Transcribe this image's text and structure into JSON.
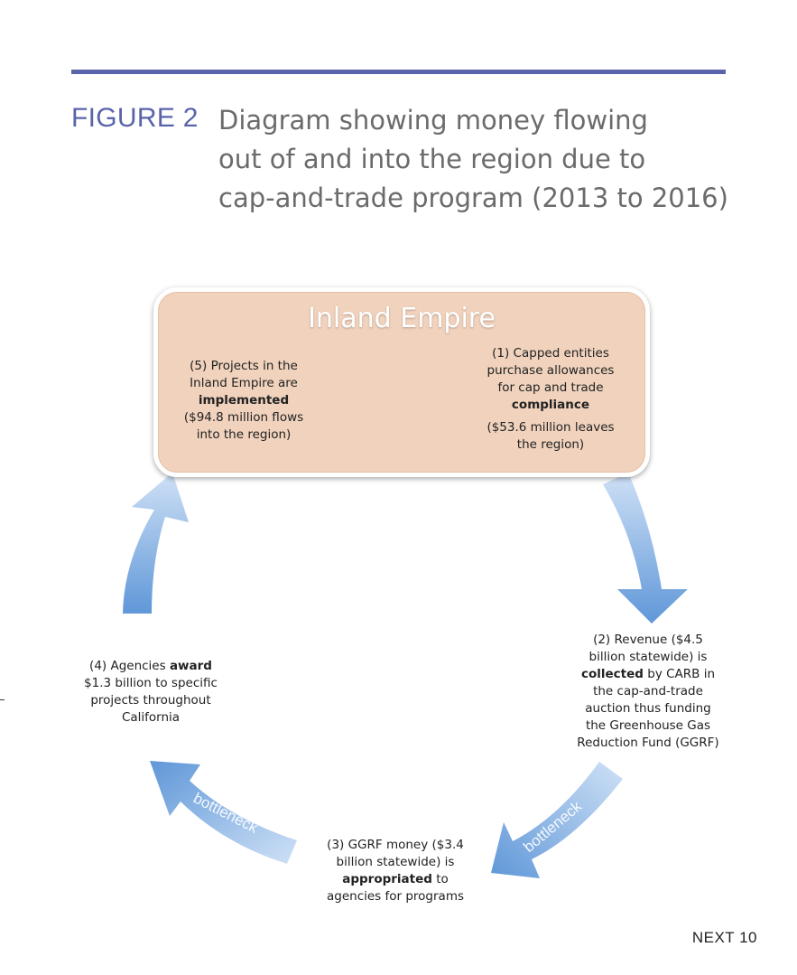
{
  "header": {
    "figure_label": "FIGURE 2",
    "title_lines": [
      "Diagram showing money flowing",
      "out of and into the region due to",
      "cap-and-trade program (2013 to 2016)"
    ]
  },
  "region_box": {
    "title": "Inland Empire",
    "step5": {
      "line1": "(5) Projects in the",
      "line2": "Inland Empire are",
      "bold": "implemented",
      "line4": "($94.8 million flows",
      "line5": "into the region)"
    },
    "step1": {
      "line1": "(1) Capped entities",
      "line2": "purchase allowances",
      "line3": "for cap and trade",
      "bold": "compliance",
      "line5": "($53.6 million leaves",
      "line6": "the region)"
    }
  },
  "step2": {
    "line1": "(2) Revenue ($4.5",
    "line2": "billion statewide) is",
    "bold": "collected",
    "line3_rest": " by CARB in",
    "line4": "the cap-and-trade",
    "line5": "auction thus funding",
    "line6": "the Greenhouse Gas",
    "line7": "Reduction Fund (GGRF)"
  },
  "step3": {
    "line1": "(3) GGRF money ($3.4",
    "line2": "billion statewide) is",
    "bold": "appropriated",
    "line3_rest": " to",
    "line4": "agencies for programs"
  },
  "step4": {
    "line1_pre": "(4) Agencies ",
    "bold": "award",
    "line2": "$1.3 billion to specific",
    "line3": "projects throughout",
    "line4": "California"
  },
  "arrows": {
    "bottleneck_right": "bottleneck",
    "bottleneck_left": "bottleneck"
  },
  "footer": {
    "text": "NEXT 10"
  },
  "colors": {
    "accent": "#5a64aa",
    "box_fill": "#f0d2bd",
    "arrow_blue": "#6fa2dc"
  }
}
